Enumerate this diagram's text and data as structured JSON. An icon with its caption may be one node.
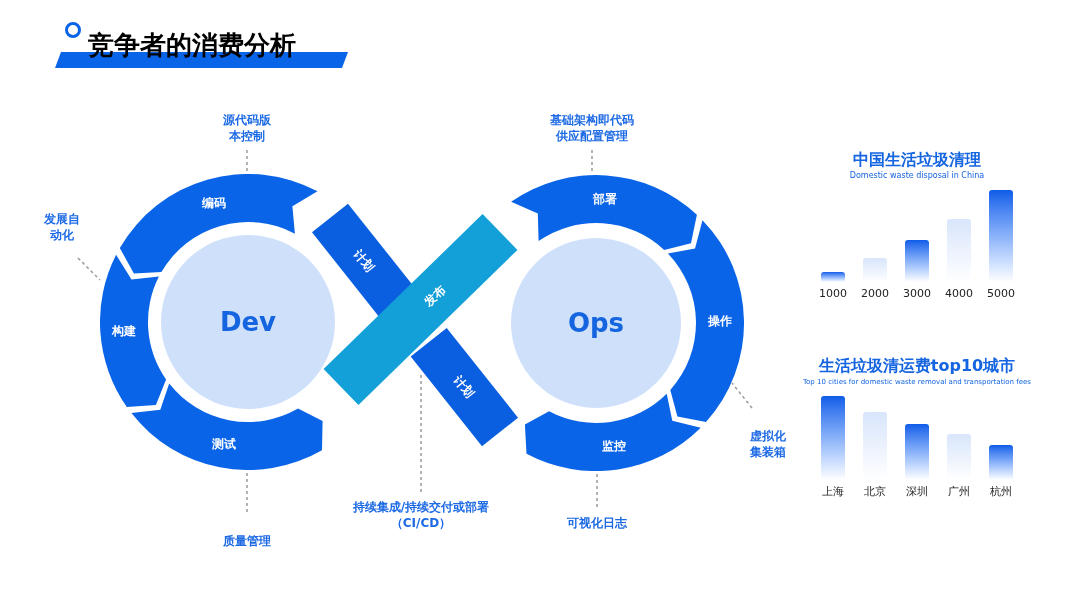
{
  "diagram": {
    "title": "竞争者的消费分析",
    "nodes": [
      {
        "text": [
          "Dev"
        ]
      },
      {
        "text": [
          "Ops"
        ]
      },
      {
        "text": [
          "编码"
        ]
      },
      {
        "text": [
          "构建"
        ]
      },
      {
        "text": [
          "测试"
        ]
      },
      {
        "text": [
          "计划"
        ]
      },
      {
        "text": [
          "发布"
        ]
      },
      {
        "text": [
          "计划"
        ]
      },
      {
        "text": [
          "部署"
        ]
      },
      {
        "text": [
          "操作"
        ]
      },
      {
        "text": [
          "监控"
        ]
      },
      {
        "text": [
          "源代码版本控制"
        ]
      },
      {
        "text": [
          "发展自动化"
        ]
      },
      {
        "text": [
          "质量管理"
        ]
      },
      {
        "text": [
          "持续集成/持续交付或部署（CI/CD）"
        ]
      },
      {
        "text": [
          "基础架构即代码供应配置管理"
        ]
      },
      {
        "text": [
          "虚拟化集装箱"
        ]
      },
      {
        "text": [
          "可视化日志"
        ]
      }
    ],
    "edges": [
      {
        "from": 11,
        "to": 2,
        "arrow": "none",
        "style": "dashed"
      },
      {
        "from": 12,
        "to": 3,
        "arrow": "none",
        "style": "dashed"
      },
      {
        "from": 13,
        "to": 4,
        "arrow": "none",
        "style": "dashed"
      },
      {
        "from": 14,
        "to": 7,
        "arrow": "none",
        "style": "dashed"
      },
      {
        "from": 15,
        "to": 8,
        "arrow": "none",
        "style": "dashed"
      },
      {
        "from": 16,
        "to": 9,
        "arrow": "none",
        "style": "dashed"
      },
      {
        "from": 17,
        "to": 10,
        "arrow": "none",
        "style": "dashed"
      }
    ],
    "labels": [
      "中国生活垃圾清理",
      "Domestic waste disposal in China",
      "1000",
      "2000",
      "3000",
      "4000",
      "5000",
      "生活垃圾清运费top10城市",
      "Top 10 cities for domestic waste removal and transportation fees",
      "上海",
      "北京",
      "深圳",
      "广州",
      "杭州"
    ]
  }
}
